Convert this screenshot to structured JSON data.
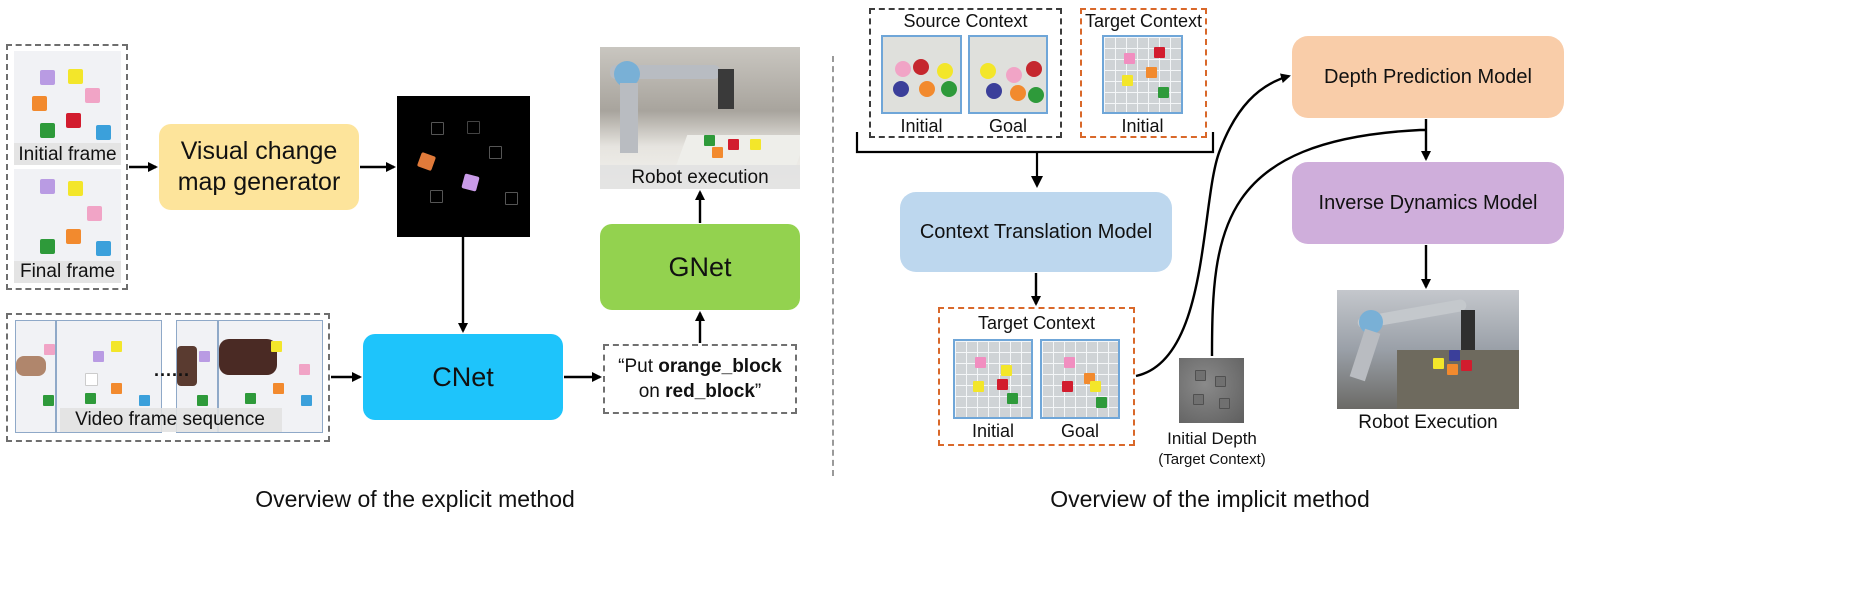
{
  "colors": {
    "visual_change_box": "#fde49b",
    "cnet_box": "#1ec4fb",
    "gnet_box": "#93d24f",
    "depth_model_box": "#f9cda9",
    "inverse_model_box": "#cfaedb",
    "context_translation_box": "#bdd7ee",
    "orange_dash": "#d9682a",
    "grid_border": "#6fa6d8"
  },
  "explicit": {
    "caption": "Overview of the explicit method",
    "initial_frame_label": "Initial frame",
    "final_frame_label": "Final frame",
    "visual_change_line1": "Visual change",
    "visual_change_line2": "map generator",
    "video_label": "Video frame sequence",
    "video_ellipsis": "......",
    "cnet_label": "CNet",
    "gnet_label": "GNet",
    "robot_exec_label": "Robot execution",
    "instruction": {
      "q_open": "“Put ",
      "obj": "orange_block",
      "on": "on ",
      "target": "red_block",
      "q_close": "”"
    }
  },
  "implicit": {
    "caption": "Overview of the implicit method",
    "source_context_title": "Source Context",
    "source_initial": "Initial",
    "source_goal": "Goal",
    "target_context_top_title": "Target Context",
    "target_context_top_initial": "Initial",
    "context_translation_label": "Context Translation Model",
    "target_context_bottom_title": "Target Context",
    "target_bottom_initial": "Initial",
    "target_bottom_goal": "Goal",
    "initial_depth_line1": "Initial Depth",
    "initial_depth_line2": "(Target Context)",
    "depth_prediction_label": "Depth Prediction Model",
    "inverse_dynamics_label": "Inverse Dynamics Model",
    "robot_execution_label": "Robot Execution"
  }
}
